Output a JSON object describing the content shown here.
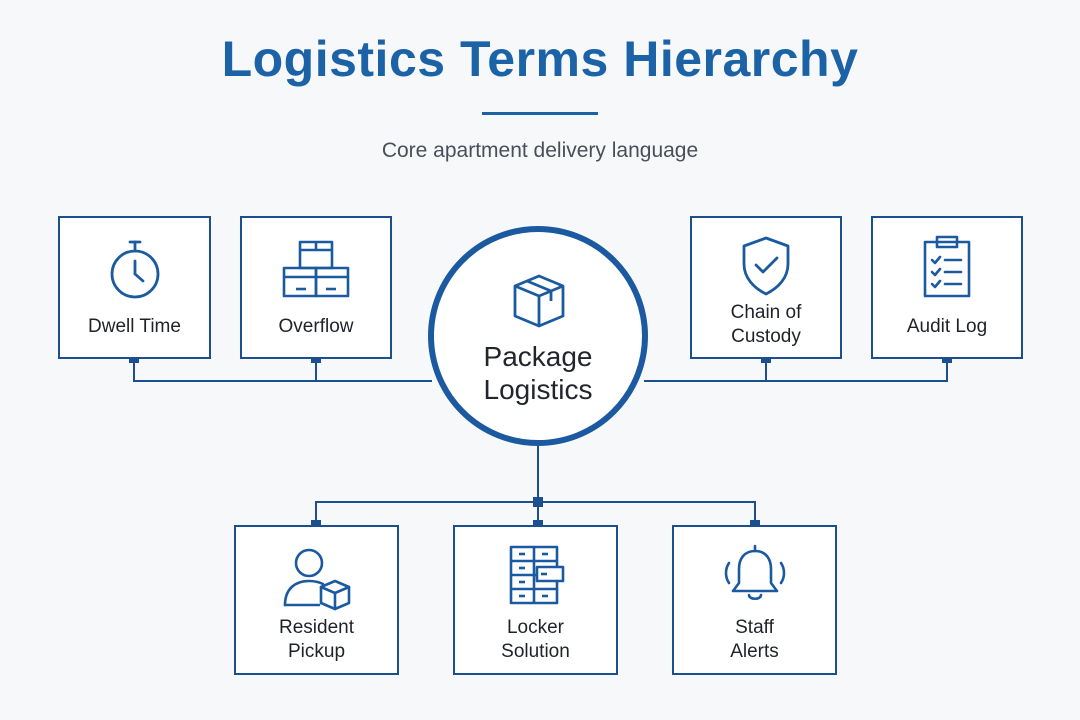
{
  "header": {
    "title": "Logistics Terms Hierarchy",
    "subtitle": "Core apartment delivery language"
  },
  "center": {
    "label_line1": "Package",
    "label_line2": "Logistics",
    "icon": "package-box-icon"
  },
  "top_nodes": [
    {
      "line1": "Dwell Time",
      "line2": "",
      "icon": "stopwatch-icon"
    },
    {
      "line1": "Overflow",
      "line2": "",
      "icon": "stacked-boxes-icon"
    },
    {
      "line1": "Chain of",
      "line2": "Custody",
      "icon": "shield-check-icon"
    },
    {
      "line1": "Audit Log",
      "line2": "",
      "icon": "clipboard-checklist-icon"
    }
  ],
  "bottom_nodes": [
    {
      "line1": "Resident",
      "line2": "Pickup",
      "icon": "resident-package-icon"
    },
    {
      "line1": "Locker",
      "line2": "Solution",
      "icon": "locker-icon"
    },
    {
      "line1": "Staff",
      "line2": "Alerts",
      "icon": "bell-alert-icon"
    }
  ],
  "colors": {
    "title": "#1b63a6",
    "line": "#1b4f8f",
    "background": "#f7f8fa"
  }
}
